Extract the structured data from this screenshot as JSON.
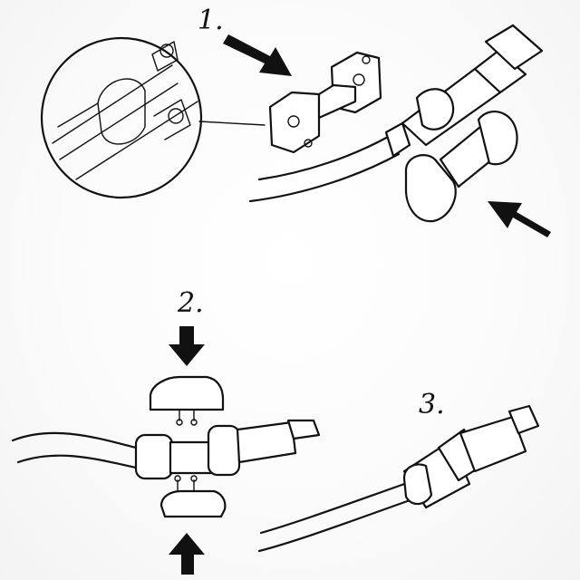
{
  "steps": [
    {
      "label": "1."
    },
    {
      "label": "2."
    },
    {
      "label": "3."
    }
  ],
  "colors": {
    "ink": "#111111",
    "paper": "#ffffff"
  },
  "icons": [
    "arrow-icon",
    "magnifier-detail-icon",
    "cable-protector-icon",
    "usb-plug-icon"
  ]
}
